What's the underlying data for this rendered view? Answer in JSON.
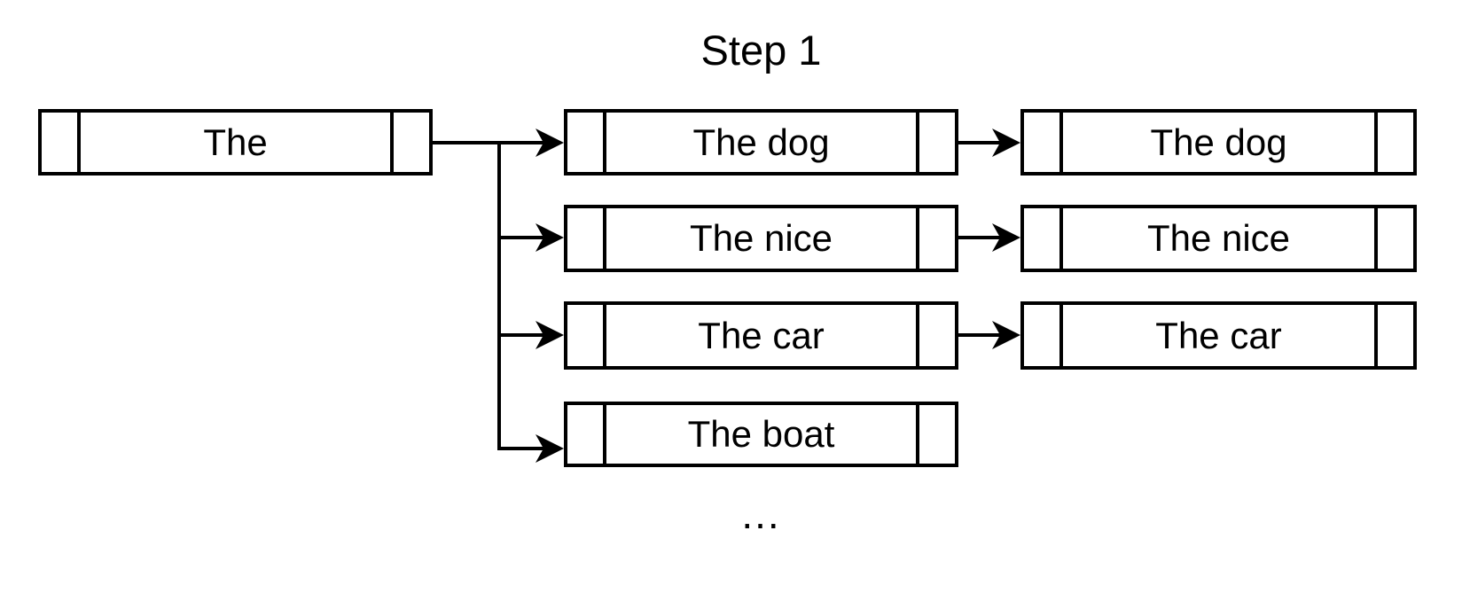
{
  "title": "Step 1",
  "ellipsis": "...",
  "nodes": {
    "root": {
      "label": "The"
    },
    "step1": [
      {
        "label": "The dog"
      },
      {
        "label": "The nice"
      },
      {
        "label": "The car"
      },
      {
        "label": "The boat"
      }
    ],
    "continuations": [
      {
        "label": "The dog"
      },
      {
        "label": "The nice"
      },
      {
        "label": "The car"
      }
    ]
  },
  "edges": [
    {
      "from": "root",
      "to": "step1.0"
    },
    {
      "from": "root",
      "to": "step1.1"
    },
    {
      "from": "root",
      "to": "step1.2"
    },
    {
      "from": "root",
      "to": "step1.3"
    },
    {
      "from": "step1.0",
      "to": "continuations.0"
    },
    {
      "from": "step1.1",
      "to": "continuations.1"
    },
    {
      "from": "step1.2",
      "to": "continuations.2"
    }
  ],
  "colors": {
    "line": "#000000",
    "text": "#000000",
    "background": "#ffffff"
  }
}
